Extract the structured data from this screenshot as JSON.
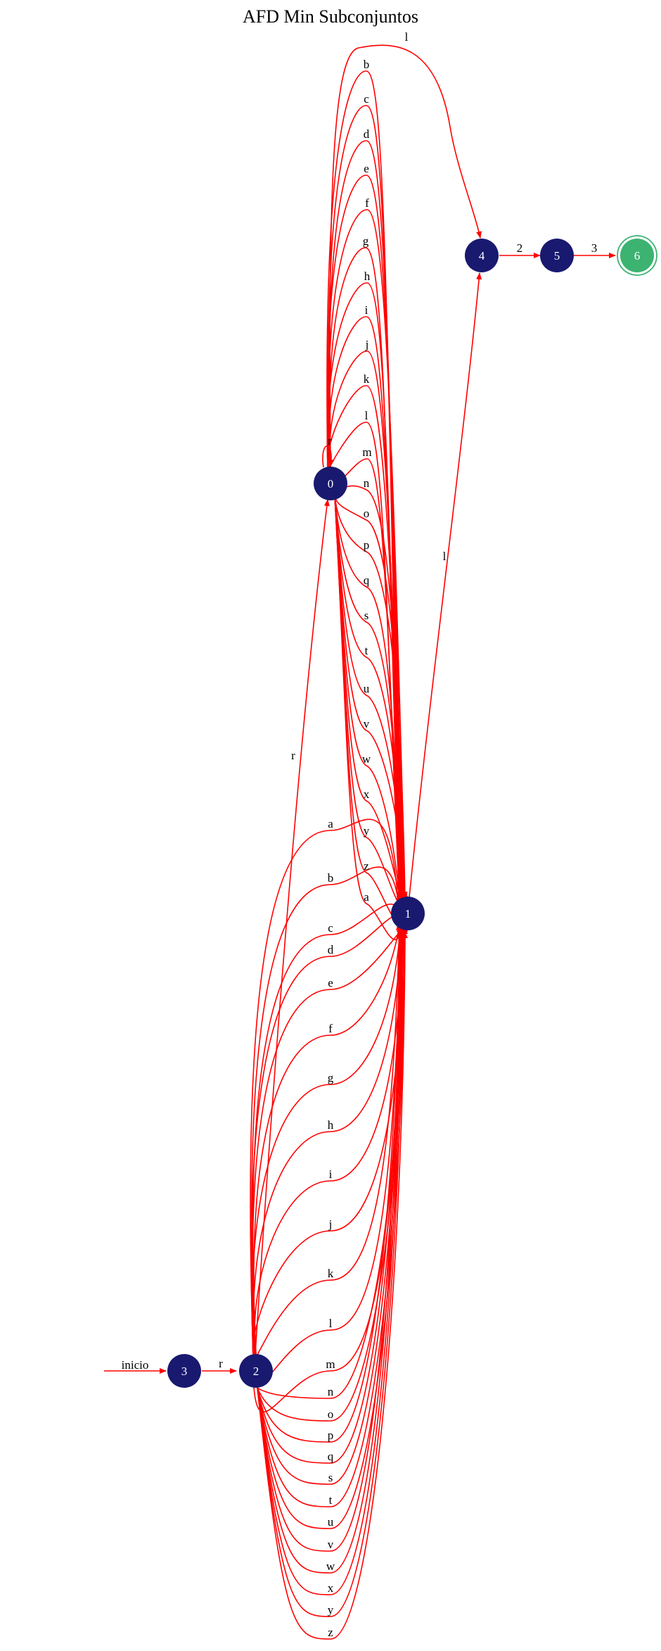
{
  "title": "AFD Min Subconjuntos",
  "colors": {
    "edge": "#ff0000",
    "state": "#191970",
    "accept": "#3cb371",
    "state_label": "#ffffff"
  },
  "start_label": "inicio",
  "states": [
    {
      "id": "0",
      "accepting": false
    },
    {
      "id": "1",
      "accepting": false
    },
    {
      "id": "2",
      "accepting": false
    },
    {
      "id": "3",
      "accepting": false
    },
    {
      "id": "4",
      "accepting": false
    },
    {
      "id": "5",
      "accepting": false
    },
    {
      "id": "6",
      "accepting": true
    }
  ],
  "transitions": {
    "q3_to_q2": "r",
    "q2_to_q0": "r",
    "q0_to_q0": "r",
    "q0_to_q4": "l",
    "q1_to_q4": "l",
    "q4_to_q5": "2",
    "q5_to_q6": "3",
    "q0_to_q1": [
      "b",
      "c",
      "d",
      "e",
      "f",
      "g",
      "h",
      "i",
      "j",
      "k",
      "l",
      "m",
      "n",
      "o",
      "p",
      "q",
      "s",
      "t",
      "u",
      "v",
      "w",
      "x",
      "y",
      "z",
      "a"
    ],
    "q2_to_q1": [
      "a",
      "b",
      "c",
      "d",
      "e",
      "f",
      "g",
      "h",
      "i",
      "j",
      "k",
      "l",
      "m",
      "n",
      "o",
      "p",
      "q",
      "s",
      "t",
      "u",
      "v",
      "w",
      "x",
      "y",
      "z"
    ]
  }
}
